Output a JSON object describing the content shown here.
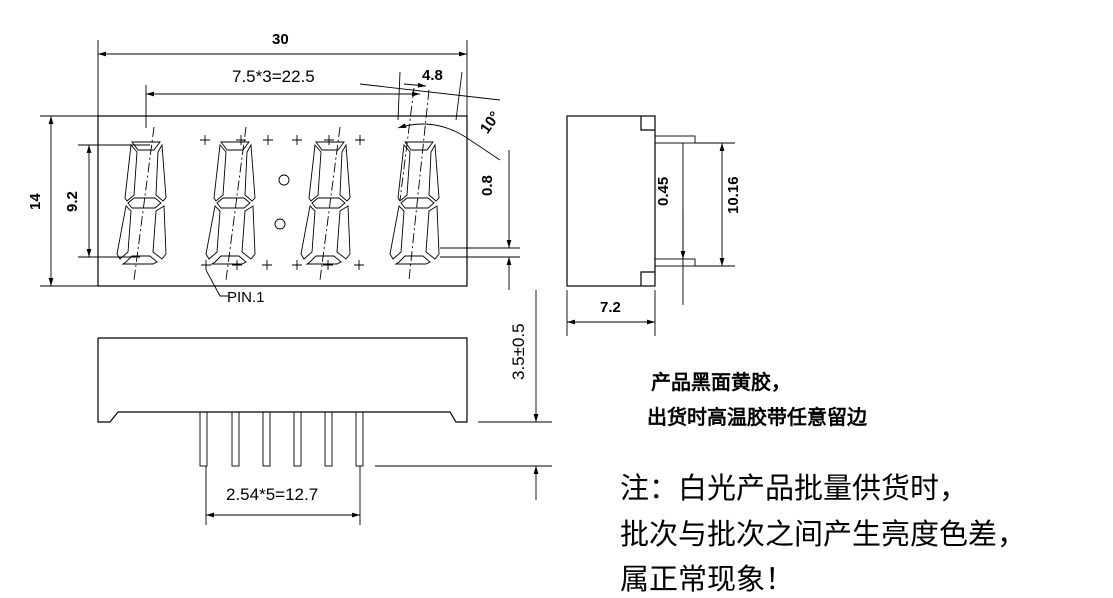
{
  "dimensions": {
    "overall_width": "30",
    "digit_pitch": "7.5*3=22.5",
    "segment_offset": "4.8",
    "slant_angle": "10°",
    "body_height": "14",
    "digit_height": "9.2",
    "dp_size": "0.8",
    "side_depth": "7.2",
    "pin_frame": "0.45",
    "pin_span": "10.16",
    "pin_length": "3.5±0.5",
    "pin_pitch": "2.54*5=12.7",
    "pin1_label": "PIN.1"
  },
  "notes": {
    "product_line1": "产品黑面黄胶，",
    "product_line2": "出货时高温胶带任意留边",
    "warning_line1": "注：白光产品批量供货时，",
    "warning_line2": "批次与批次之间产生亮度色差，",
    "warning_line3": "属正常现象！"
  }
}
